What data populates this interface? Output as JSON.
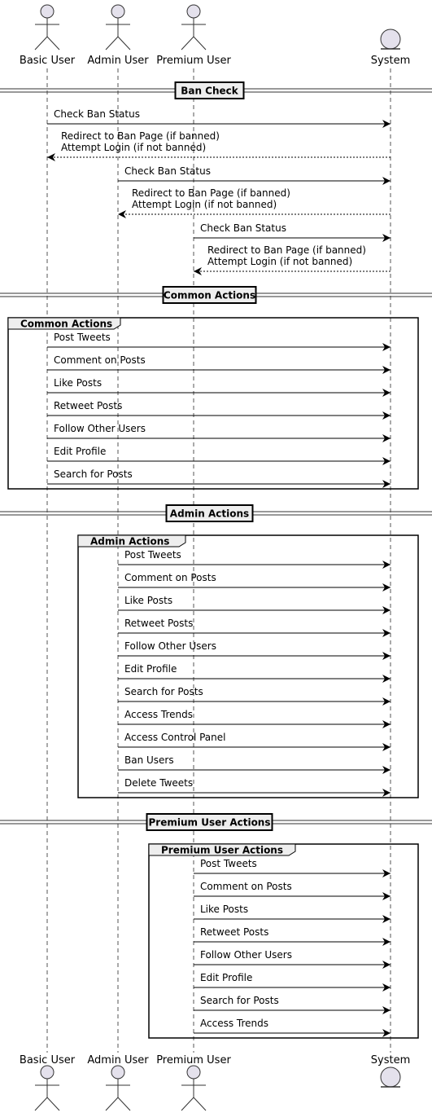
{
  "participants": [
    {
      "id": "basic",
      "label": "Basic User",
      "kind": "actor"
    },
    {
      "id": "admin",
      "label": "Admin User",
      "kind": "actor"
    },
    {
      "id": "premium",
      "label": "Premium User",
      "kind": "actor"
    },
    {
      "id": "system",
      "label": "System",
      "kind": "entity"
    }
  ],
  "sections": [
    {
      "divider": "Ban Check",
      "messages": [
        {
          "from": "basic",
          "to": "system",
          "label": "Check Ban Status"
        },
        {
          "from": "system",
          "to": "basic",
          "label": "Redirect to Ban Page (if banned)\nAttempt Login (if not banned)",
          "dashed": true
        },
        {
          "from": "admin",
          "to": "system",
          "label": "Check Ban Status"
        },
        {
          "from": "system",
          "to": "admin",
          "label": "Redirect to Ban Page (if banned)\nAttempt Login (if not banned)",
          "dashed": true
        },
        {
          "from": "premium",
          "to": "system",
          "label": "Check Ban Status"
        },
        {
          "from": "system",
          "to": "premium",
          "label": "Redirect to Ban Page (if banned)\nAttempt Login (if not banned)",
          "dashed": true
        }
      ]
    },
    {
      "divider": "Common Actions",
      "frame": "Common Actions",
      "messages": [
        {
          "from": "basic",
          "to": "system",
          "label": "Post Tweets"
        },
        {
          "from": "basic",
          "to": "system",
          "label": "Comment on Posts"
        },
        {
          "from": "basic",
          "to": "system",
          "label": "Like Posts"
        },
        {
          "from": "basic",
          "to": "system",
          "label": "Retweet Posts"
        },
        {
          "from": "basic",
          "to": "system",
          "label": "Follow Other Users"
        },
        {
          "from": "basic",
          "to": "system",
          "label": "Edit Profile"
        },
        {
          "from": "basic",
          "to": "system",
          "label": "Search for Posts"
        }
      ]
    },
    {
      "divider": "Admin Actions",
      "frame": "Admin Actions",
      "messages": [
        {
          "from": "admin",
          "to": "system",
          "label": "Post Tweets"
        },
        {
          "from": "admin",
          "to": "system",
          "label": "Comment on Posts"
        },
        {
          "from": "admin",
          "to": "system",
          "label": "Like Posts"
        },
        {
          "from": "admin",
          "to": "system",
          "label": "Retweet Posts"
        },
        {
          "from": "admin",
          "to": "system",
          "label": "Follow Other Users"
        },
        {
          "from": "admin",
          "to": "system",
          "label": "Edit Profile"
        },
        {
          "from": "admin",
          "to": "system",
          "label": "Search for Posts"
        },
        {
          "from": "admin",
          "to": "system",
          "label": "Access Trends"
        },
        {
          "from": "admin",
          "to": "system",
          "label": "Access Control Panel"
        },
        {
          "from": "admin",
          "to": "system",
          "label": "Ban Users"
        },
        {
          "from": "admin",
          "to": "system",
          "label": "Delete Tweets"
        }
      ]
    },
    {
      "divider": "Premium User Actions",
      "frame": "Premium User Actions",
      "messages": [
        {
          "from": "premium",
          "to": "system",
          "label": "Post Tweets"
        },
        {
          "from": "premium",
          "to": "system",
          "label": "Comment on Posts"
        },
        {
          "from": "premium",
          "to": "system",
          "label": "Like Posts"
        },
        {
          "from": "premium",
          "to": "system",
          "label": "Retweet Posts"
        },
        {
          "from": "premium",
          "to": "system",
          "label": "Follow Other Users"
        },
        {
          "from": "premium",
          "to": "system",
          "label": "Edit Profile"
        },
        {
          "from": "premium",
          "to": "system",
          "label": "Search for Posts"
        },
        {
          "from": "premium",
          "to": "system",
          "label": "Access Trends"
        }
      ]
    }
  ]
}
